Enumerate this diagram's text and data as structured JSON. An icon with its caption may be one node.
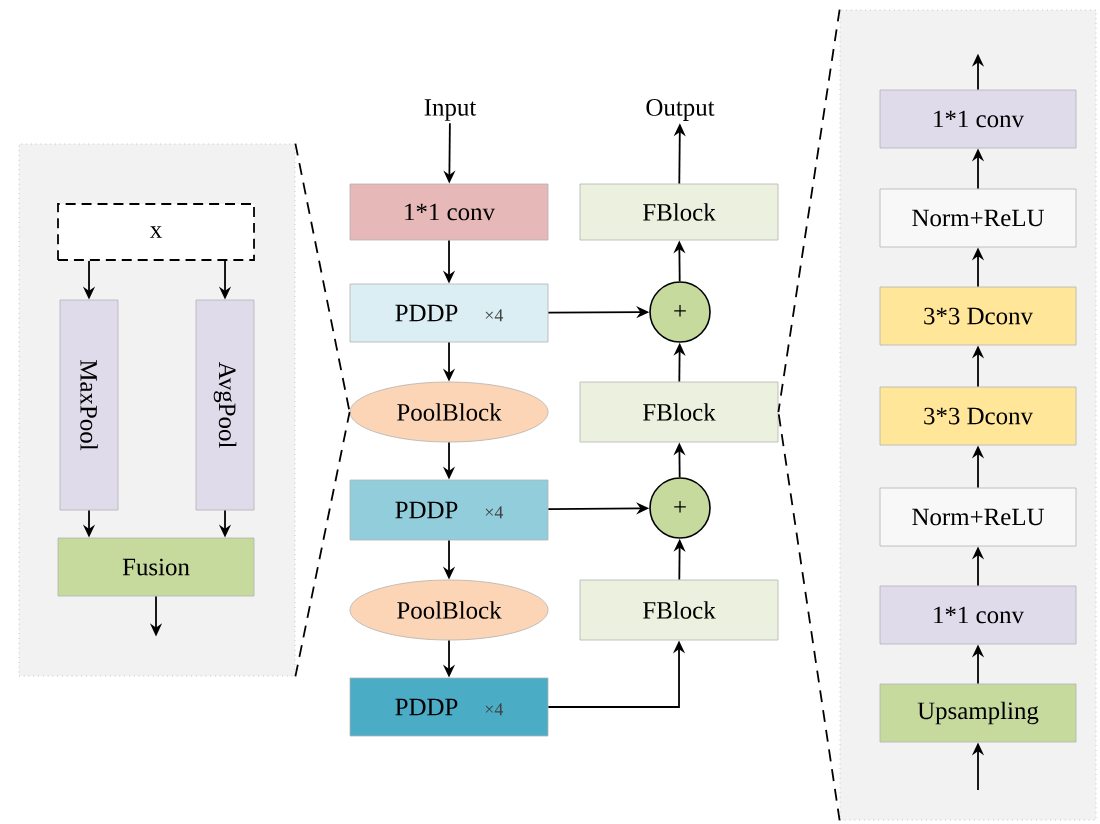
{
  "diagram": {
    "nodes": [
      {
        "text": [],
        "shape": "box"
      },
      {
        "text": [
          "x"
        ],
        "in": 0
      },
      {
        "text": [
          "MaxPool"
        ],
        "in": 0
      },
      {
        "text": [
          "AvgPool"
        ],
        "in": 0
      },
      {
        "text": [
          "Fusion"
        ],
        "in": 0
      },
      {
        "text": [
          "Input"
        ]
      },
      {
        "text": [
          "1*1 conv"
        ]
      },
      {
        "text": [
          "PDDP",
          "×4"
        ]
      },
      {
        "text": [
          "PoolBlock"
        ]
      },
      {
        "text": [
          "PDDP",
          "×4"
        ]
      },
      {
        "text": [
          "PoolBlock"
        ]
      },
      {
        "text": [
          "PDDP",
          "×4"
        ]
      },
      {
        "text": [
          "Output"
        ]
      },
      {
        "text": [
          "FBlock"
        ]
      },
      {
        "text": [
          "+"
        ]
      },
      {
        "text": [
          "FBlock"
        ]
      },
      {
        "text": [
          "+"
        ]
      },
      {
        "text": [
          "FBlock"
        ]
      },
      {
        "text": [],
        "shape": "box"
      },
      {
        "text": [
          "1*1 conv"
        ],
        "in": 18
      },
      {
        "text": [
          "Norm+ReLU"
        ],
        "in": 18
      },
      {
        "text": [
          "3*3 Dconv"
        ],
        "in": 18
      },
      {
        "text": [
          "3*3 Dconv"
        ],
        "in": 18
      },
      {
        "text": [
          "Norm+ReLU"
        ],
        "in": 18
      },
      {
        "text": [
          "1*1 conv"
        ],
        "in": 18
      },
      {
        "text": [
          "Upsampling"
        ],
        "in": 18
      }
    ],
    "edges": [
      {
        "from": 1,
        "to": 2,
        "arrow": "to"
      },
      {
        "from": 1,
        "to": 3,
        "arrow": "to"
      },
      {
        "from": 2,
        "to": 4,
        "arrow": "to"
      },
      {
        "from": 3,
        "to": 4,
        "arrow": "to"
      },
      {
        "from": 4,
        "to": null,
        "arrow": "to"
      },
      {
        "from": 5,
        "to": 6,
        "arrow": "to"
      },
      {
        "from": 6,
        "to": 7,
        "arrow": "to"
      },
      {
        "from": 7,
        "to": 8,
        "arrow": "to"
      },
      {
        "from": 8,
        "to": 9,
        "arrow": "to"
      },
      {
        "from": 9,
        "to": 10,
        "arrow": "to"
      },
      {
        "from": 10,
        "to": 11,
        "arrow": "to"
      },
      {
        "from": 7,
        "to": 14,
        "arrow": "to"
      },
      {
        "from": 9,
        "to": 16,
        "arrow": "to"
      },
      {
        "from": 11,
        "to": 17,
        "arrow": "to"
      },
      {
        "from": 17,
        "to": 16,
        "arrow": "to"
      },
      {
        "from": 16,
        "to": 15,
        "arrow": "to"
      },
      {
        "from": 15,
        "to": 14,
        "arrow": "to"
      },
      {
        "from": 14,
        "to": 13,
        "arrow": "to"
      },
      {
        "from": 13,
        "to": 12,
        "arrow": "to"
      },
      {
        "from": null,
        "to": 25,
        "arrow": "to"
      },
      {
        "from": 25,
        "to": 24,
        "arrow": "to"
      },
      {
        "from": 24,
        "to": 23,
        "arrow": "to"
      },
      {
        "from": 23,
        "to": 22,
        "arrow": "to"
      },
      {
        "from": 22,
        "to": 21,
        "arrow": "to"
      },
      {
        "from": 21,
        "to": 20,
        "arrow": "to"
      },
      {
        "from": 20,
        "to": 19,
        "arrow": "to"
      },
      {
        "from": 19,
        "to": null,
        "arrow": "to"
      },
      {
        "from": 0,
        "to": 8,
        "arrow": "none",
        "style": "dashed"
      },
      {
        "from": 0,
        "to": 8,
        "arrow": "none",
        "style": "dashed"
      },
      {
        "from": 18,
        "to": 15,
        "arrow": "none",
        "style": "dashed"
      },
      {
        "from": 18,
        "to": 15,
        "arrow": "none",
        "style": "dashed"
      }
    ]
  }
}
